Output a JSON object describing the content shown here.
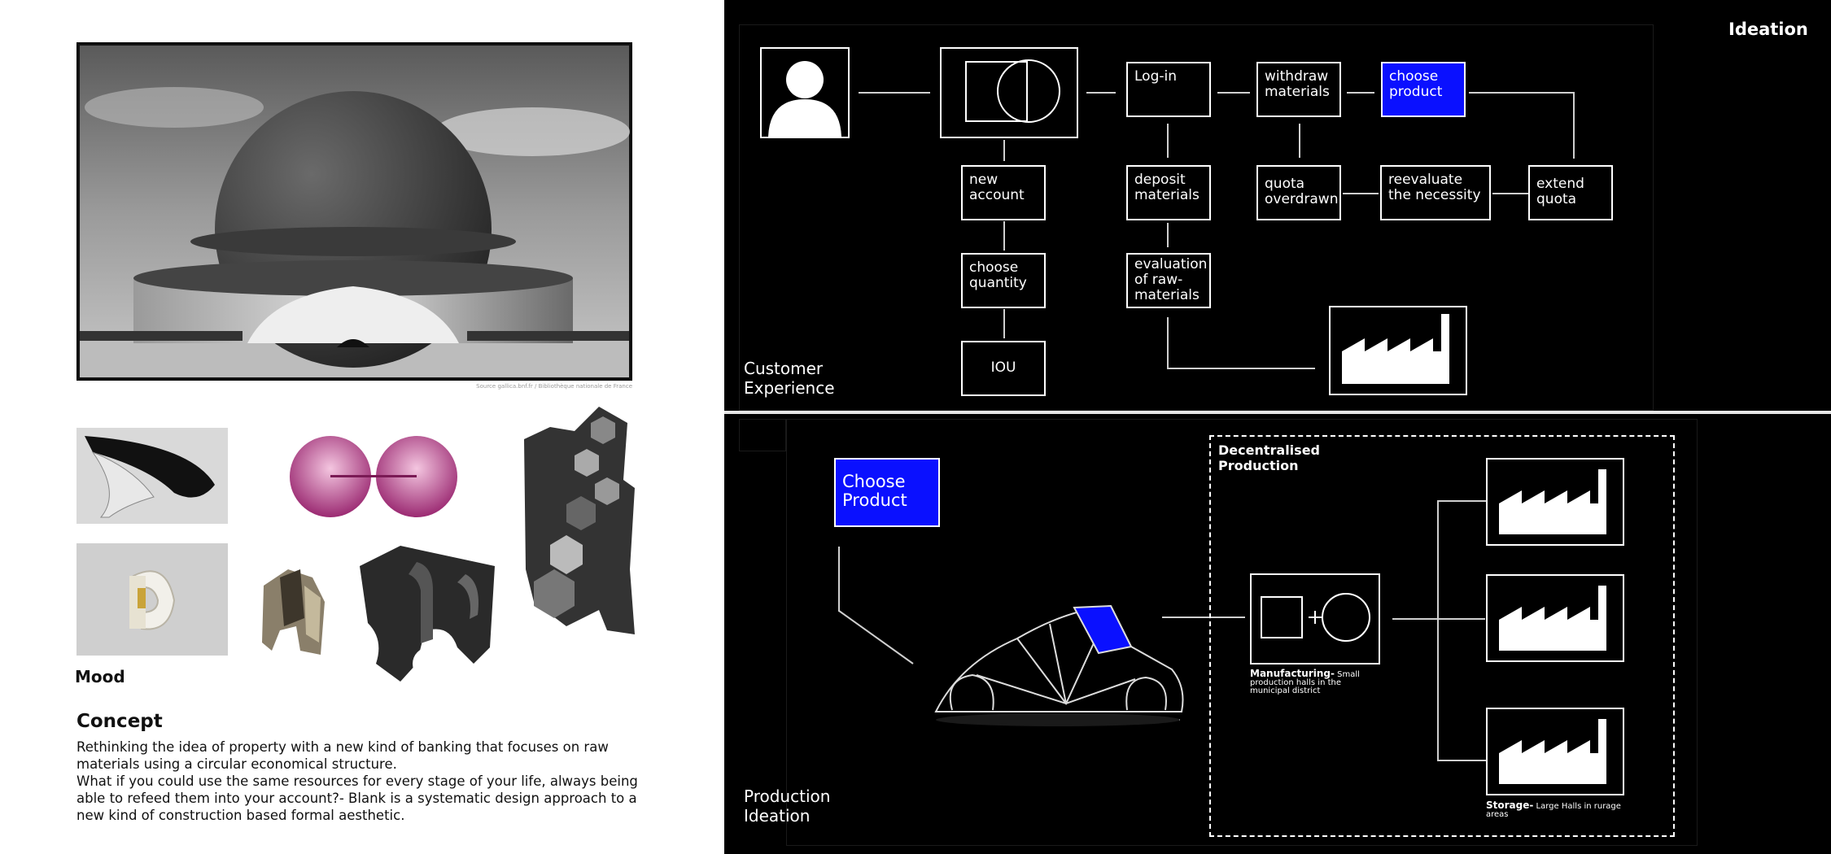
{
  "left": {
    "painting_credit": "Source gallica.bnf.fr / Bibliothèque nationale de France",
    "mood_label": "Mood",
    "concept_title": "Concept",
    "concept_lines": [
      "Rethinking the idea of property with a new kind of banking that focuses on raw",
      "materials using a circular economical structure.",
      "What if you could use the same resources for every stage of your life, always being",
      "able to refeed them into your account?- Blank is a systematic design approach to a",
      "new kind of construction based formal aesthetic."
    ]
  },
  "ideation": {
    "title": "Ideation",
    "section_label_1": "Customer",
    "section_label_2": "Experience",
    "boxes": {
      "login": "Log-in",
      "withdraw": "withdraw materials",
      "choose_product": "choose product",
      "new_account": "new account",
      "choose_quantity": "choose quantity",
      "iou": "IOU",
      "deposit": "deposit materials",
      "evaluation": "evaluation of raw-materials",
      "quota_overdrawn": "quota overdrawn",
      "reevaluate": "reevaluate the necessity",
      "extend_quota": "extend quota"
    },
    "colors": {
      "accent_blue": "#0a10ff"
    }
  },
  "production": {
    "section_label_1": "Production",
    "section_label_2": "Ideation",
    "choose_product": "Choose Product",
    "decentral_title_1": "Decentralised",
    "decentral_title_2": "Production",
    "manufacturing_bold": "Manufacturing-",
    "manufacturing_text": "Small production halls in the municipal district",
    "storage_bold": "Storage-",
    "storage_text": "Large Halls in rurage areas"
  }
}
